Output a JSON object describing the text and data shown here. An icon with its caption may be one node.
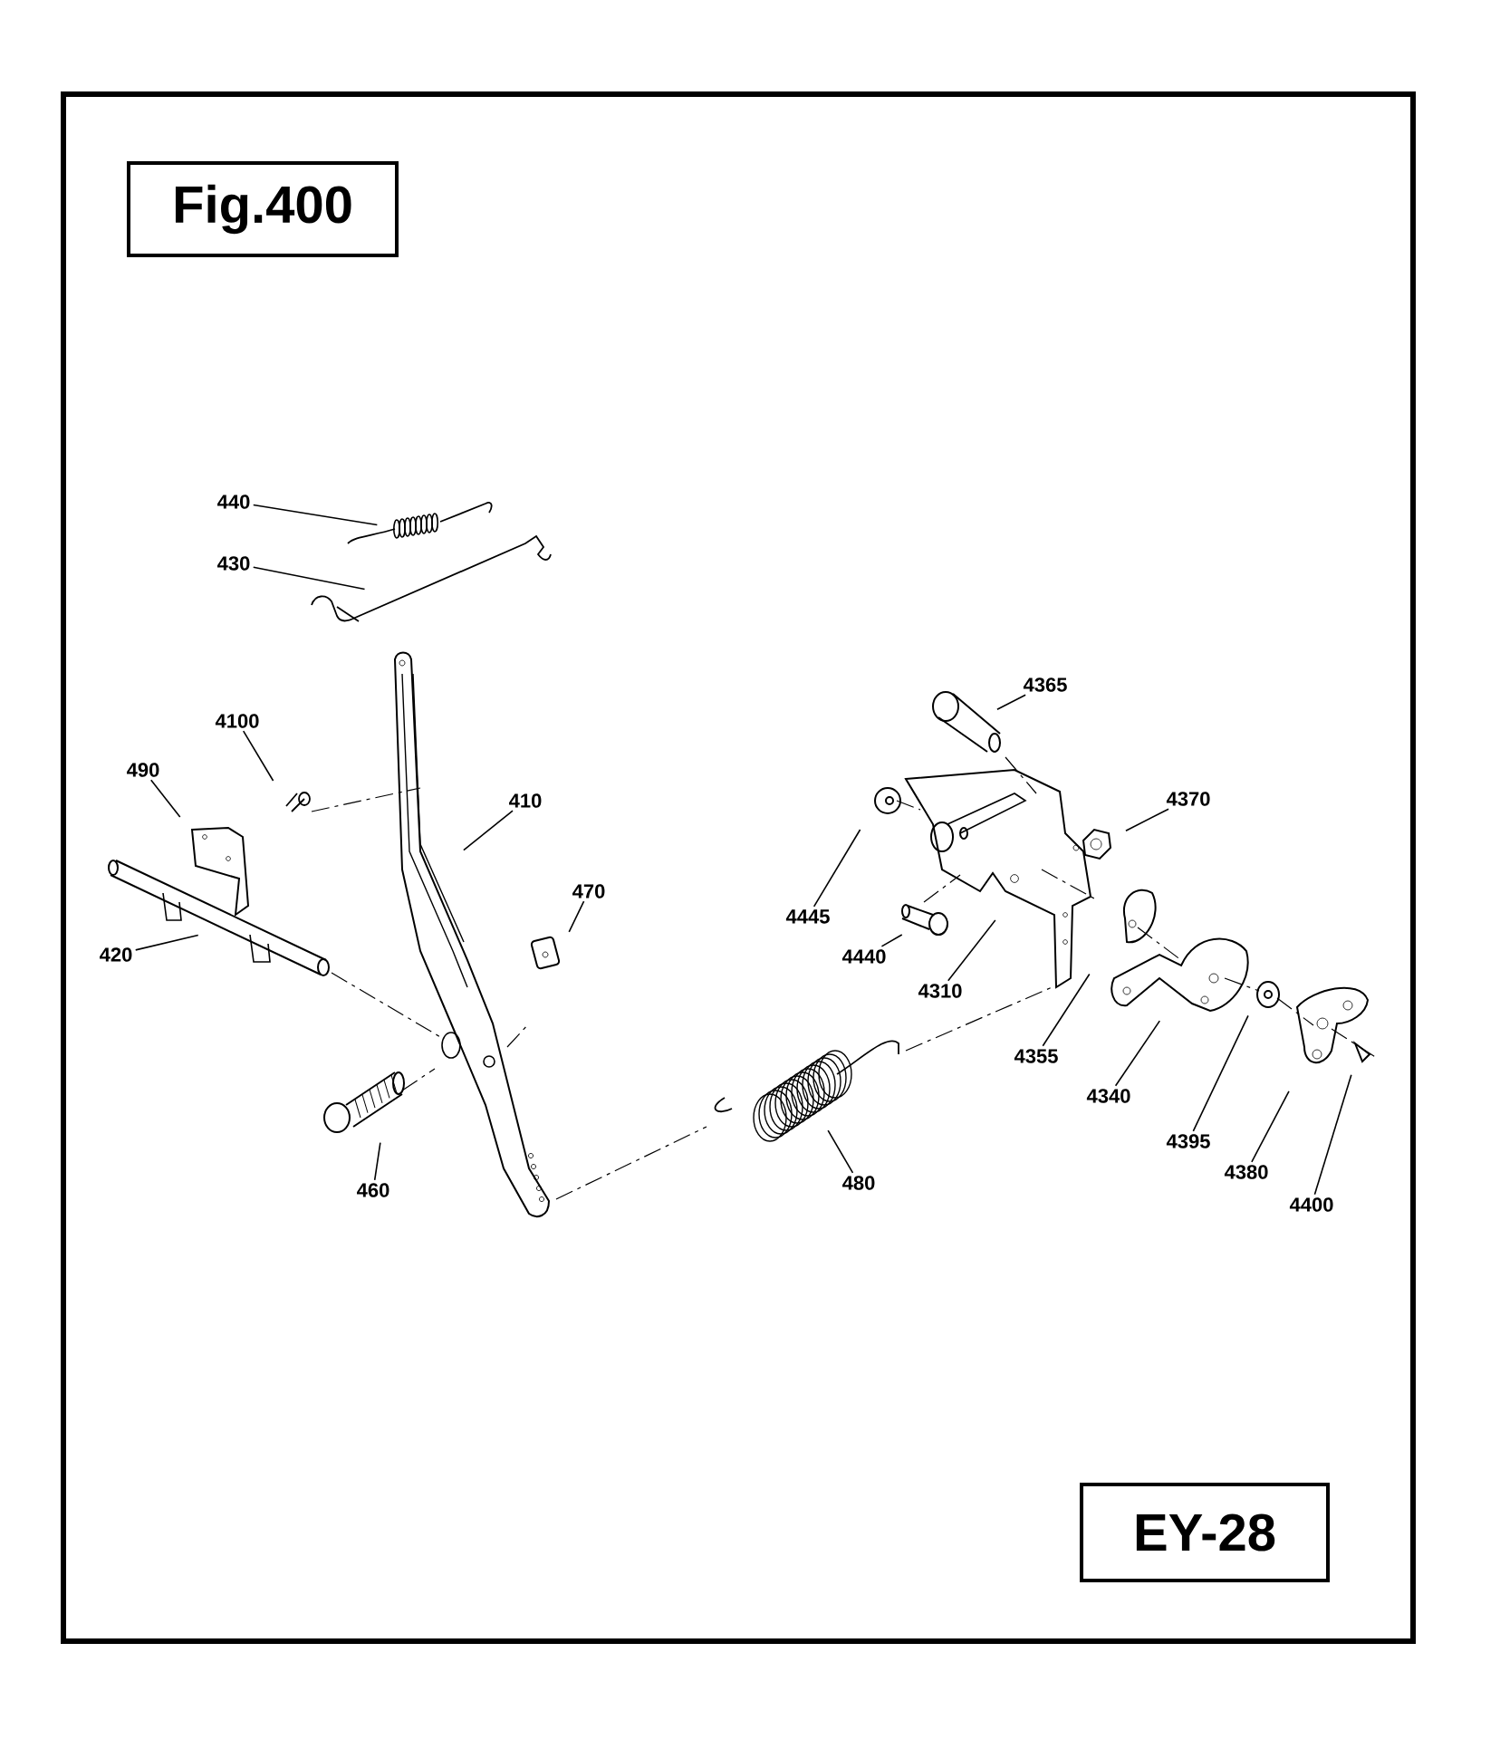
{
  "diagram": {
    "title": "Fig.400",
    "nodes": [
      {
        "text": [
          "440"
        ]
      },
      {
        "text": [
          "430"
        ]
      },
      {
        "text": [
          "4100"
        ]
      },
      {
        "text": [
          "490"
        ]
      },
      {
        "text": [
          "420"
        ]
      },
      {
        "text": [
          "410"
        ]
      },
      {
        "text": [
          "470"
        ]
      },
      {
        "text": [
          "460"
        ]
      },
      {
        "text": [
          "480"
        ]
      },
      {
        "text": [
          "4365"
        ]
      },
      {
        "text": [
          "4370"
        ]
      },
      {
        "text": [
          "4445"
        ]
      },
      {
        "text": [
          "4440"
        ]
      },
      {
        "text": [
          "4310"
        ]
      },
      {
        "text": [
          "4355"
        ]
      },
      {
        "text": [
          "4340"
        ]
      },
      {
        "text": [
          "4395"
        ]
      },
      {
        "text": [
          "4380"
        ]
      },
      {
        "text": [
          "4400"
        ]
      },
      {
        "text": [
          "EY-28"
        ]
      }
    ],
    "edges": [
      {
        "from": 0,
        "to": null,
        "arrow": "none"
      },
      {
        "from": 1,
        "to": null,
        "arrow": "none"
      },
      {
        "from": 2,
        "to": null,
        "arrow": "none"
      },
      {
        "from": 3,
        "to": null,
        "arrow": "none"
      },
      {
        "from": 4,
        "to": null,
        "arrow": "none"
      },
      {
        "from": 5,
        "to": null,
        "arrow": "none"
      },
      {
        "from": 6,
        "to": null,
        "arrow": "none"
      },
      {
        "from": 7,
        "to": null,
        "arrow": "none"
      },
      {
        "from": 8,
        "to": null,
        "arrow": "none"
      },
      {
        "from": 9,
        "to": null,
        "arrow": "none"
      },
      {
        "from": 10,
        "to": null,
        "arrow": "none"
      },
      {
        "from": 11,
        "to": null,
        "arrow": "none"
      },
      {
        "from": 12,
        "to": null,
        "arrow": "none"
      },
      {
        "from": 13,
        "to": null,
        "arrow": "none"
      },
      {
        "from": 14,
        "to": null,
        "arrow": "none"
      },
      {
        "from": 15,
        "to": null,
        "arrow": "none"
      },
      {
        "from": 16,
        "to": null,
        "arrow": "none"
      },
      {
        "from": 17,
        "to": null,
        "arrow": "none"
      },
      {
        "from": 18,
        "to": null,
        "arrow": "none"
      }
    ]
  }
}
